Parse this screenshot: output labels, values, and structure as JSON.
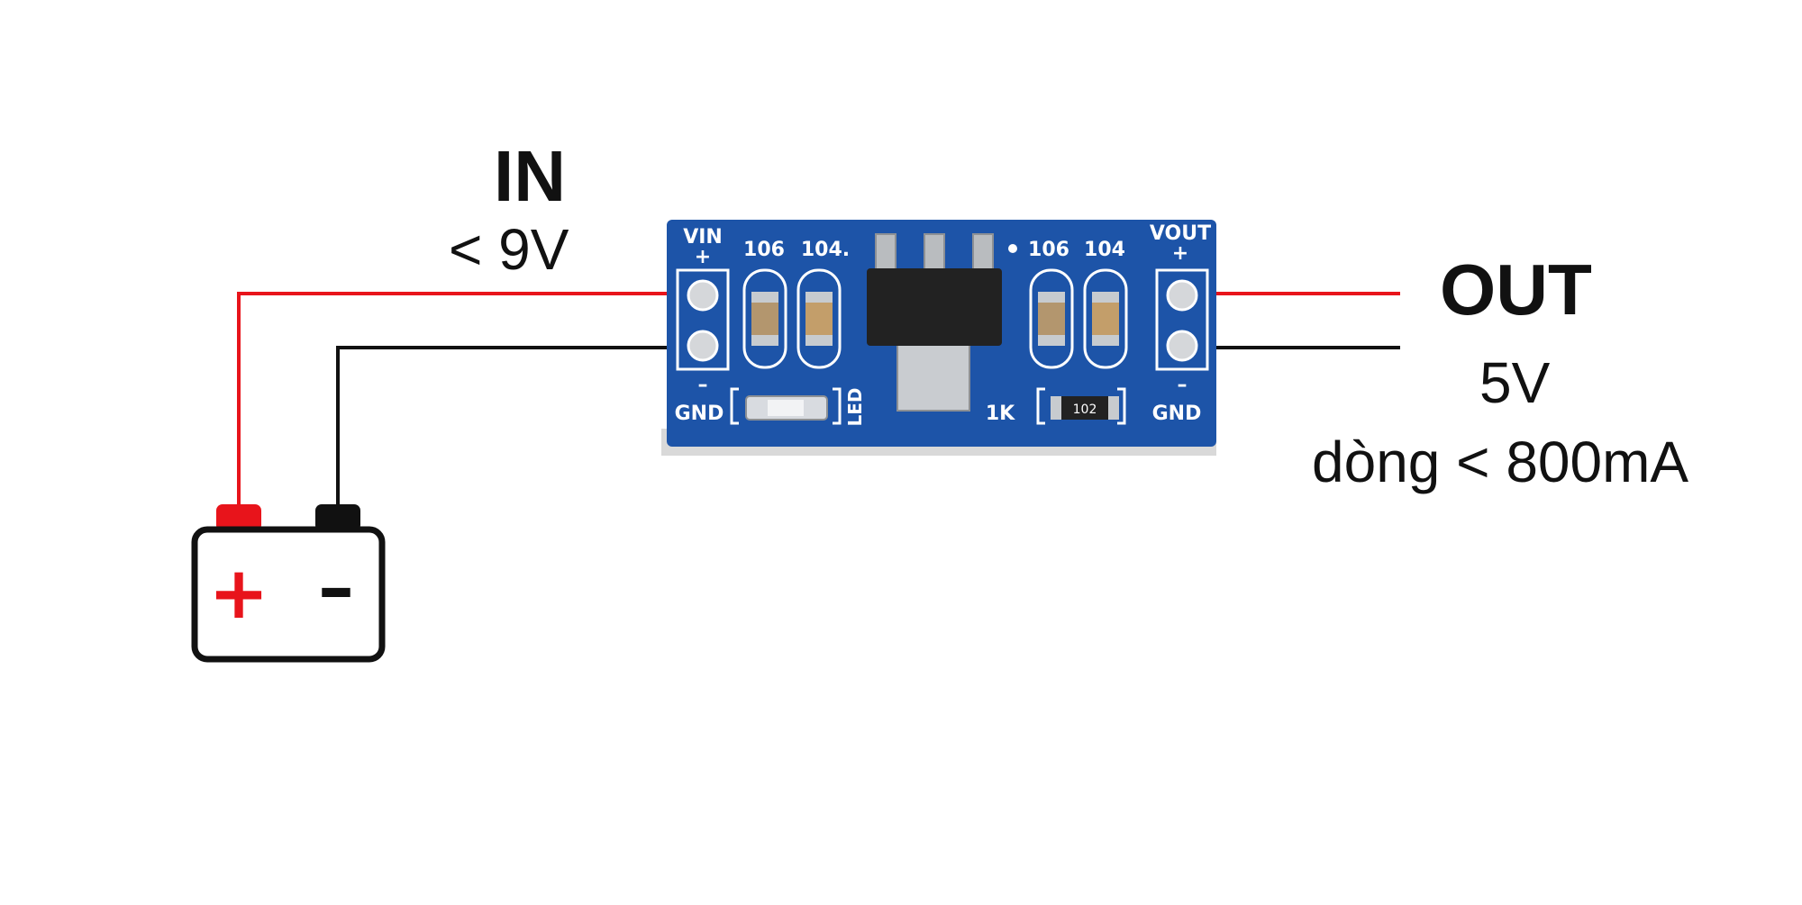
{
  "input": {
    "title": "IN",
    "voltage": "< 9V"
  },
  "output": {
    "title": "OUT",
    "voltage": "5V",
    "current": "dòng < 800mA"
  },
  "board": {
    "vin_label": "VIN",
    "vout_label": "VOUT",
    "plus_sign": "+",
    "minus_sign": "–",
    "gnd_label": "GND",
    "cap_left_1": "106",
    "cap_left_2": "104.",
    "cap_right_1": "106",
    "cap_right_2": "104",
    "led_label": "LED",
    "resistor_label": "1K",
    "resistor_code": "102"
  },
  "battery": {
    "plus_sign": "+",
    "minus_sign": "–"
  },
  "colors": {
    "positive_wire": "#e8141b",
    "negative_wire": "#111111",
    "pcb": "#1d54a8",
    "regulator": "#222222"
  }
}
